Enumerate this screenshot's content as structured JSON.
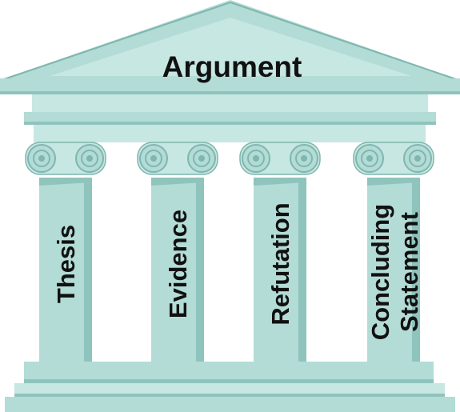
{
  "diagram": {
    "title": "Argument",
    "pillars": [
      {
        "lines": [
          "Thesis"
        ]
      },
      {
        "lines": [
          "Evidence"
        ]
      },
      {
        "lines": [
          "Refutation"
        ]
      },
      {
        "lines": [
          "Concluding",
          "Statement"
        ]
      }
    ]
  },
  "colors": {
    "stone": "#b3dcd6",
    "stone_light": "#c7e7e2",
    "stone_dark": "#8fc4bd",
    "shadow": "#7fb6ae",
    "text": "#111111"
  }
}
